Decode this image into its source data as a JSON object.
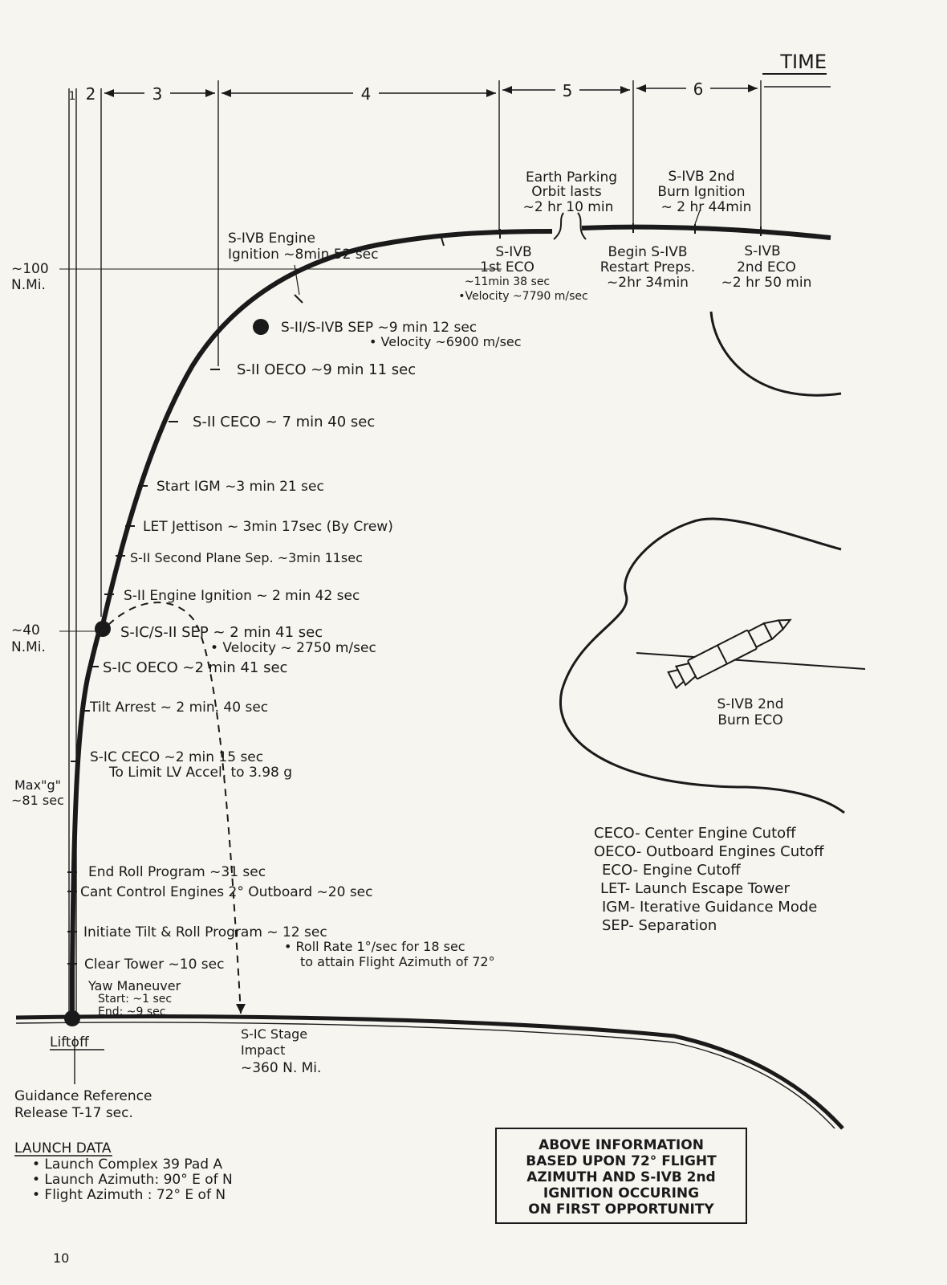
{
  "time_axis": {
    "title": "TIME",
    "phases": [
      "1",
      "2",
      "3",
      "4",
      "5",
      "6"
    ]
  },
  "altitude_marks": [
    {
      "value": "~100",
      "unit": "N.Mi."
    },
    {
      "value": "~40",
      "unit": "N.Mi."
    },
    {
      "value": "Max\"g\"",
      "unit": "~81 sec"
    }
  ],
  "events": [
    {
      "text": "S-IVB  Engine",
      "text2": "Ignition ~8min 52 sec"
    },
    {
      "text": "S-II/S-IVB  SEP ~9 min 12 sec",
      "text2": "• Velocity ~6900 m/sec"
    },
    {
      "text": "S-II  OECO  ~9 min  11  sec"
    },
    {
      "text": "S-II  CECO  ~ 7 min  40 sec"
    },
    {
      "text": "Start  IGM   ~3 min  21 sec"
    },
    {
      "text": "LET  Jettison  ~ 3min 17sec  (By Crew)"
    },
    {
      "text": "S-II  Second  Plane  Sep.  ~3min 11sec"
    },
    {
      "text": "S-II Engine  Ignition  ~ 2 min  42 sec"
    },
    {
      "text": "S-IC/S-II  SEP ~ 2 min  41 sec",
      "text2": "• Velocity ~ 2750  m/sec"
    },
    {
      "text": "S-IC  OECO   ~2 min 41 sec"
    },
    {
      "text": "Tilt Arrest  ~ 2  min. 40 sec"
    },
    {
      "text": "S-IC  CECO  ~2   min  15 sec",
      "text2": "To  Limit  LV   Accel.  to   3.98 g"
    },
    {
      "text": "End  Roll  Program   ~31 sec"
    },
    {
      "text": "Cant  Control  Engines  2°  Outboard  ~20 sec"
    },
    {
      "text": "Initiate  Tilt  &  Roll   Program  ~ 12  sec",
      "text2": "•  Roll  Rate  1°/sec  for  18  sec",
      "text3": "to  attain   Flight  Azimuth  of  72°"
    },
    {
      "text": "Clear  Tower  ~10 sec"
    },
    {
      "text": "Yaw  Maneuver",
      "text2": "Start: ~1 sec",
      "text3": "End: ~9 sec"
    }
  ],
  "orbit_events": [
    {
      "line1": "S-IVB",
      "line2": "1st  ECO",
      "line3": "~11min 38 sec",
      "line4": "•Velocity ~7790 m/sec"
    },
    {
      "line1": "Earth  Parking",
      "line2": "Orbit   lasts",
      "line3": "~2 hr  10 min"
    },
    {
      "line1": "Begin  S-IVB",
      "line2": "Restart  Preps.",
      "line3": "~2hr  34min"
    },
    {
      "line1": "S-IVB   2nd",
      "line2": "Burn  Ignition",
      "line3": "~ 2 hr 44min"
    },
    {
      "line1": "S-IVB",
      "line2": "2nd  ECO",
      "line3": "~2 hr  50 min"
    }
  ],
  "ground": {
    "liftoff": "Liftoff",
    "impact_line1": "S-IC  Stage",
    "impact_line2": "Impact",
    "impact_line3": "~360  N. Mi.",
    "guidance_line1": "Guidance   Reference",
    "guidance_line2": "Release   T-17 sec."
  },
  "spacecraft_caption": {
    "line1": "S-IVB  2nd",
    "line2": "Burn  ECO"
  },
  "abbreviations": [
    "CECO-  Center  Engine  Cutoff",
    "OECO- Outboard  Engines  Cutoff",
    "ECO- Engine  Cutoff",
    "LET-  Launch  Escape  Tower",
    "IGM-  Iterative  Guidance  Mode",
    "SEP- Separation"
  ],
  "launch_data": {
    "title": "LAUNCH DATA",
    "items": [
      "•  Launch  Complex   39   Pad  A",
      "•  Launch  Azimuth:  90°  E  of  N",
      "•  Flight  Azimuth :  72°  E  of  N"
    ]
  },
  "note": {
    "lines": [
      "ABOVE  INFORMATION",
      "BASED  UPON  72° FLIGHT",
      "AZIMUTH  AND  S-IVB   2nd",
      "IGNITION  OCCURING",
      "ON  FIRST  OPPORTUNITY"
    ]
  },
  "page_number": "10"
}
